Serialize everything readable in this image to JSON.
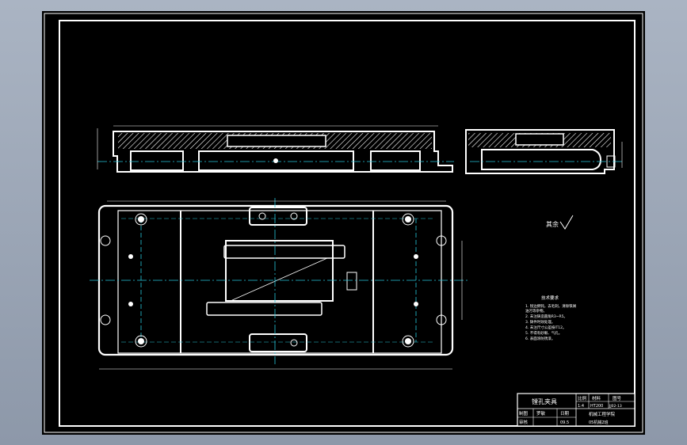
{
  "roughness_label": "其余",
  "notes": {
    "title": "技术要求",
    "lines": [
      "1. 锐边倒钝，去毛刺，清除铁屑",
      "   油污等杂物。",
      "2. 未注铸造圆角R3~R5。",
      "3. 铸件时效处理。",
      "4. 未注尺寸公差按IT12。",
      "5. 不得有砂眼、气孔。",
      "6. 表面涂防锈漆。"
    ]
  },
  "title_block": {
    "name": "镗孔夹具",
    "scale_header": "比例",
    "material_header": "材料",
    "drawing_no_header": "图号",
    "scale_value": "1:4",
    "material_value": "HT200",
    "drawing_no_value": "JJ02-13",
    "drawn_label": "制图",
    "checked_label": "审核",
    "date_label": "日期",
    "designer": "罗敏",
    "date_value": "09.5",
    "school": "机械工程学院",
    "class_no": "05机械2班"
  }
}
